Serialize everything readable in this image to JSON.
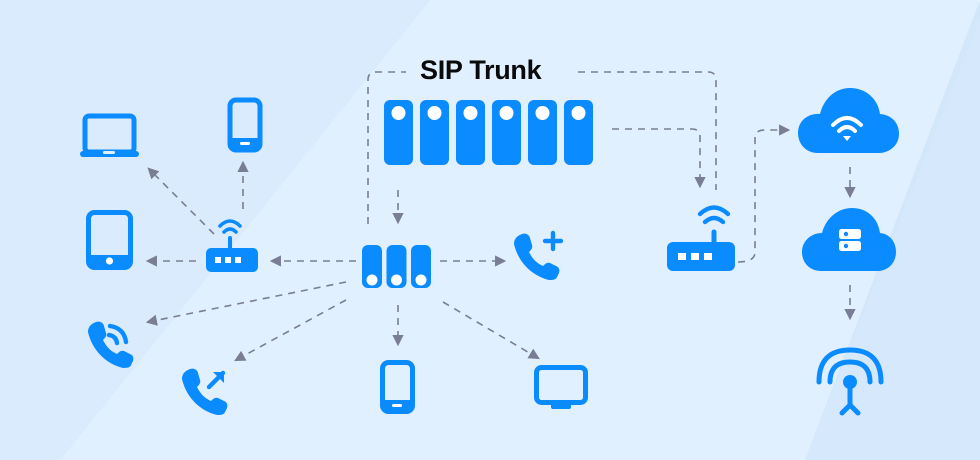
{
  "title": "SIP Trunk",
  "colors": {
    "icon": "#0a8bff",
    "connector": "#7a7d96",
    "background_light": "#e3f1fe",
    "background_dark": "#d0e6fb",
    "title": "#0a0a0a"
  },
  "nodes": [
    {
      "id": "sip-trunk-servers",
      "icon": "server-rack-icon",
      "label": "SIP Trunk server rack (6 units)"
    },
    {
      "id": "pbx",
      "icon": "server-stack-icon",
      "label": "PBX (3 units)"
    },
    {
      "id": "router-left",
      "icon": "wifi-router-icon",
      "label": "Wi-Fi router"
    },
    {
      "id": "router-right",
      "icon": "wifi-router-icon",
      "label": "Wi-Fi router"
    },
    {
      "id": "laptop",
      "icon": "laptop-icon",
      "label": "Laptop"
    },
    {
      "id": "phone-top",
      "icon": "smartphone-icon",
      "label": "Smartphone"
    },
    {
      "id": "tablet",
      "icon": "tablet-icon",
      "label": "Tablet"
    },
    {
      "id": "phone-ringing",
      "icon": "phone-ringing-icon",
      "label": "Phone call"
    },
    {
      "id": "phone-outgoing",
      "icon": "phone-outgoing-icon",
      "label": "Outgoing call"
    },
    {
      "id": "phone-bottom",
      "icon": "smartphone-icon",
      "label": "Smartphone"
    },
    {
      "id": "monitor",
      "icon": "monitor-icon",
      "label": "Monitor"
    },
    {
      "id": "phone-add",
      "icon": "phone-add-icon",
      "label": "Add call"
    },
    {
      "id": "cloud-wifi",
      "icon": "cloud-wifi-icon",
      "label": "Cloud network"
    },
    {
      "id": "cloud-server",
      "icon": "cloud-server-icon",
      "label": "Cloud server"
    },
    {
      "id": "antenna",
      "icon": "antenna-icon",
      "label": "Broadcast antenna"
    }
  ],
  "edges": [
    {
      "from": "pbx",
      "to": "sip-trunk-servers",
      "style": "dashed"
    },
    {
      "from": "sip-trunk-servers",
      "to": "pbx",
      "style": "dashed-arrow"
    },
    {
      "from": "sip-trunk-servers",
      "to": "router-right",
      "style": "dashed-arrow"
    },
    {
      "from": "router-right",
      "to": "sip-trunk-servers",
      "style": "dashed"
    },
    {
      "from": "router-right",
      "to": "cloud-wifi",
      "style": "dashed-arrow"
    },
    {
      "from": "cloud-wifi",
      "to": "cloud-server",
      "style": "dashed-arrow"
    },
    {
      "from": "cloud-server",
      "to": "antenna",
      "style": "dashed-arrow"
    },
    {
      "from": "pbx",
      "to": "router-left",
      "style": "dashed-arrow"
    },
    {
      "from": "pbx",
      "to": "phone-add",
      "style": "dashed-arrow"
    },
    {
      "from": "pbx",
      "to": "phone-bottom",
      "style": "dashed-arrow"
    },
    {
      "from": "pbx",
      "to": "monitor",
      "style": "dashed-arrow"
    },
    {
      "from": "pbx",
      "to": "phone-ringing",
      "style": "dashed-arrow"
    },
    {
      "from": "pbx",
      "to": "phone-outgoing",
      "style": "dashed-arrow"
    },
    {
      "from": "router-left",
      "to": "laptop",
      "style": "dashed-arrow"
    },
    {
      "from": "router-left",
      "to": "phone-top",
      "style": "dashed-arrow"
    },
    {
      "from": "router-left",
      "to": "tablet",
      "style": "dashed-arrow"
    }
  ]
}
